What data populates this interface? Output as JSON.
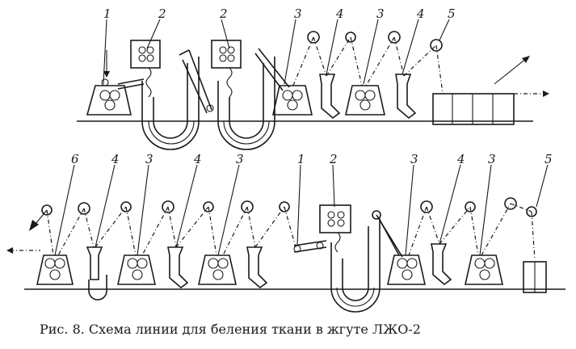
{
  "caption": "Рис. 8. Схема линии для беления ткани в жгуте ЛЖО-2",
  "top_line_labels": [
    "1",
    "2",
    "2",
    "3",
    "4",
    "3",
    "4",
    "5"
  ],
  "bottom_line_labels": [
    "6",
    "4",
    "3",
    "4",
    "3",
    "1",
    "2",
    "3",
    "4",
    "3",
    "5"
  ]
}
